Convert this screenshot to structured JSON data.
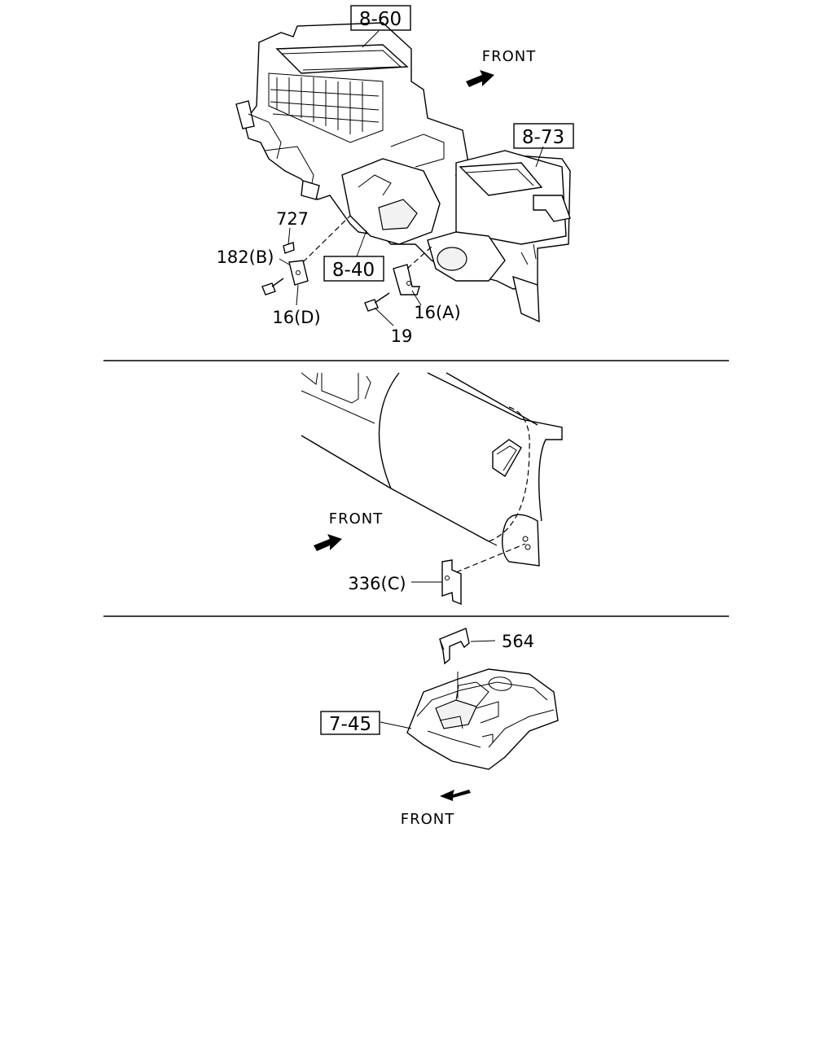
{
  "section_top": {
    "front_label": "FRONT",
    "callouts": {
      "heater_unit": "8-60",
      "blower_unit": "8-73",
      "duct": "8-40",
      "part_727": "727",
      "part_182b": "182(B)",
      "part_16d": "16(D)",
      "part_16a": "16(A)",
      "part_19": "19"
    }
  },
  "section_middle": {
    "front_label": "FRONT",
    "callouts": {
      "part_336c": "336(C)"
    }
  },
  "section_bottom": {
    "front_label": "FRONT",
    "callouts": {
      "part_564": "564",
      "console": "7-45"
    }
  }
}
